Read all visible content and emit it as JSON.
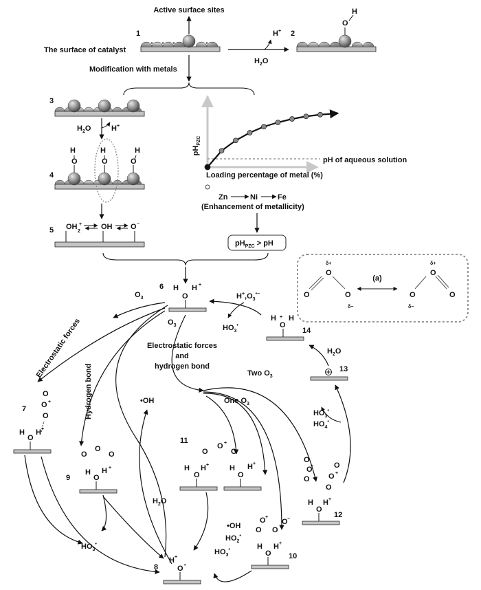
{
  "labels": {
    "active_sites": "Active surface sites",
    "surface": "The surface of catalyst",
    "modification": "Modification with metals",
    "loading": "Loading percentage of metal (%)",
    "ph_aqueous": "pH of aqueous solution",
    "ph_pzc_axis": "pH",
    "ph_pzc_sub": "PZC",
    "series_zn": "Zn",
    "series_ni": "Ni",
    "series_fe": "Fe",
    "enhancement": "(Enhancement of metallicity)",
    "ph_compare_main": "pH",
    "ph_compare_sub": "PZC",
    "ph_compare_rest": " > pH",
    "panel_a": "(a)",
    "electrostatic": "Electrostatic forces",
    "hbond": "Hydrogen bond",
    "es_hb_line1": "Electrostatic forces",
    "es_hb_line2": "and",
    "es_hb_line3": "hydrogen bond",
    "two_o3": "Two O",
    "one_o3": "One O",
    "o3": "O",
    "h2o": "H",
    "oh_radical": "•OH",
    "ho3": "HO",
    "ho2": "HO"
  },
  "numbers": [
    "1",
    "2",
    "3",
    "4",
    "5",
    "6",
    "7",
    "8",
    "9",
    "10",
    "11",
    "12",
    "13",
    "14"
  ],
  "colors": {
    "ink": "#111111",
    "surface": "#b9b9b9",
    "sphere": "#8a8a8a",
    "curve_axis": "#c8c8c8",
    "dotted": "#888888"
  },
  "chart_data": {
    "type": "line",
    "title": "",
    "xlabel": "Loading percentage of metal (%)",
    "ylabel": "pH PZC",
    "reference_line": "pH of aqueous solution",
    "series_order": [
      "Zn",
      "Ni",
      "Fe"
    ],
    "points": [
      [
        0,
        0
      ],
      [
        1,
        1.9
      ],
      [
        2,
        3.1
      ],
      [
        3,
        4.0
      ],
      [
        4,
        4.7
      ],
      [
        5,
        5.2
      ],
      [
        6,
        5.6
      ],
      [
        7,
        5.9
      ],
      [
        8,
        6.1
      ]
    ]
  }
}
